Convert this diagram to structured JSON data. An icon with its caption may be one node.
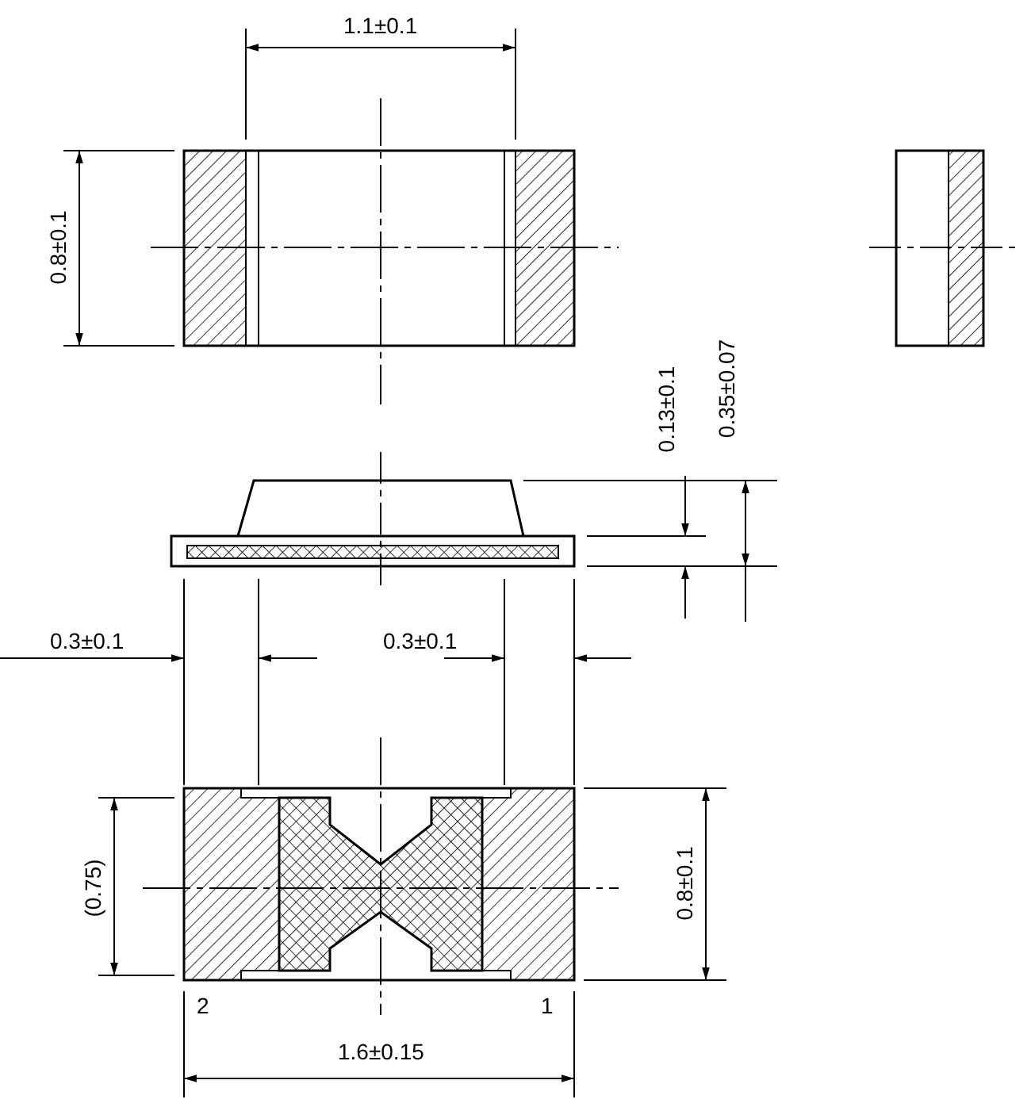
{
  "diagram": {
    "labels": [
      "1.1±0.1",
      "0.8±0.1",
      "0.13±0.1",
      "0.35±0.07",
      "0.3±0.1",
      "0.3±0.1",
      "(0.75)",
      "0.8±0.1",
      "2",
      "1",
      "1.6±0.15"
    ]
  }
}
